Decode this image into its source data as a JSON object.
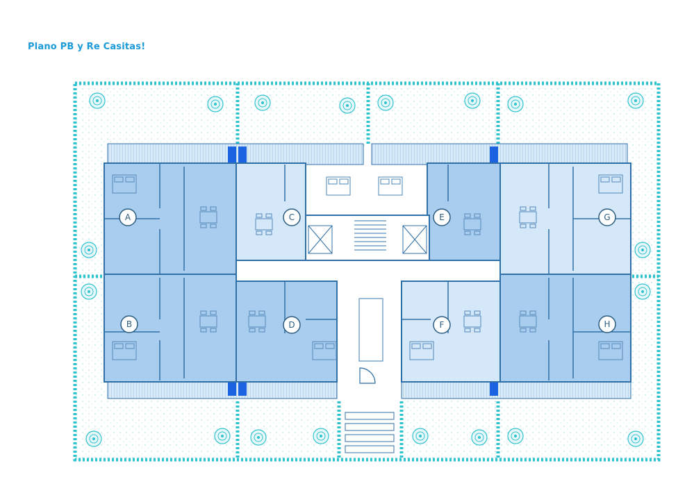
{
  "title": "Plano PB y Re Casitas!",
  "colors": {
    "title": "#1a9ad6",
    "hedge": "#2cc3cf",
    "garden_fill": "#f3fbfc",
    "garden_dots": "#9fdbe2",
    "unit_dark": "#a9cdef",
    "unit_light": "#d5e8fa",
    "wall": "#2f6fa7",
    "furniture": "#5b8fbd",
    "accent_blue": "#1b63e0",
    "deck": "#c2dcf3"
  },
  "units": [
    {
      "label": "A"
    },
    {
      "label": "B"
    },
    {
      "label": "C"
    },
    {
      "label": "D"
    },
    {
      "label": "E"
    },
    {
      "label": "F"
    },
    {
      "label": "G"
    },
    {
      "label": "H"
    }
  ],
  "legend_icons": [
    "tree-icon",
    "bed-icon",
    "dining-table-icon",
    "bathroom-icon",
    "stairs-icon",
    "elevator-icon"
  ]
}
